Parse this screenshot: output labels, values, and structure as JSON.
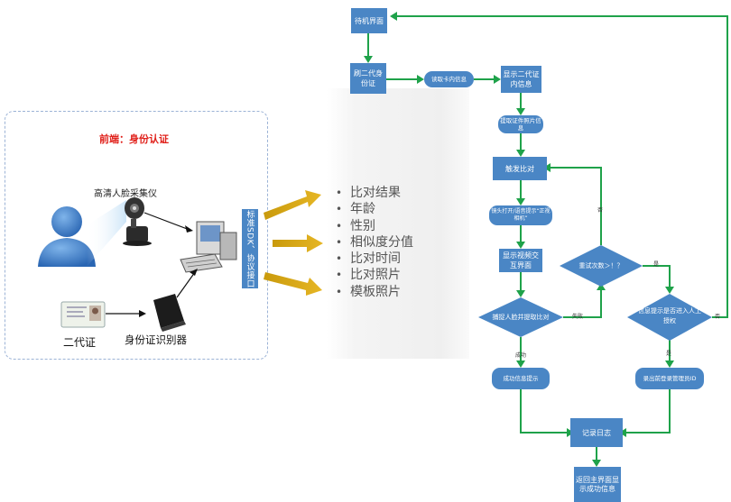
{
  "frontend": {
    "title": "前端：身份认证",
    "camera_label": "高清人脸采集仪",
    "id_card_label": "二代证",
    "reader_label": "身份证识别器"
  },
  "sdk_label": "标准SDK、协议接口",
  "results": [
    "比对结果",
    "年龄",
    "性别",
    "相似度分值",
    "比对时间",
    "比对照片",
    "模板照片"
  ],
  "flow": {
    "standby": "待机界面",
    "swipe_id": "刷二代身份证",
    "read_card": "读取卡内信息",
    "show_card_info": "显示二代证内信息",
    "extract_photo": "提取证件照片信息",
    "trigger_compare": "触发比对",
    "camera_open": "镜头打开/语音提示“正视相机”",
    "show_video": "显示视频交互界面",
    "retry_check": "重试次数＞！？",
    "capture_compare": "捕捉人脸并提取比对",
    "manual_prompt": "信息提示是否进入人工授权",
    "success_prompt": "成功信息提示",
    "enter_admin": "录出前登录管理员ID",
    "log": "记录日志",
    "return_main": "返回主界面显示成功信息"
  },
  "edge_labels": {
    "no": "否",
    "yes": "是",
    "fail": "失败",
    "success": "成功"
  },
  "colors": {
    "box": "#4a86c5",
    "arrow": "#1fa24a",
    "gold_arrow": "#d9a511",
    "title_red": "#e0201a"
  }
}
